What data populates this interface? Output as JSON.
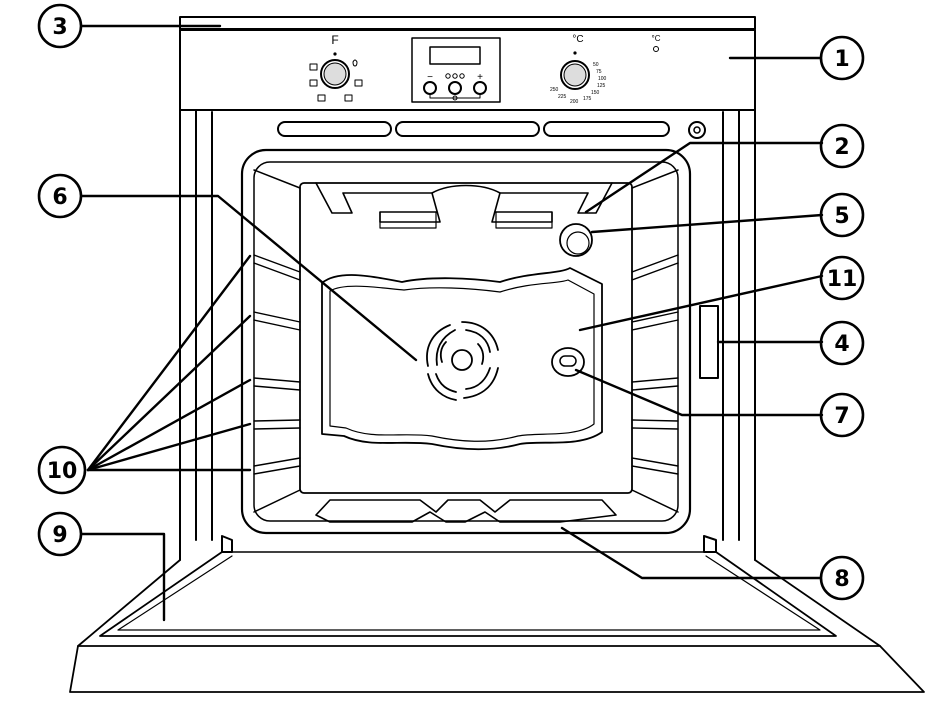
{
  "panel": {
    "left_knob_label": "F",
    "right_knob_label": "°C",
    "indicator_label": "°C",
    "display_buttons": [
      "−",
      "+"
    ],
    "temp_scale": [
      "50",
      "75",
      "100",
      "125",
      "150",
      "175",
      "200",
      "225",
      "250"
    ]
  },
  "callouts": [
    {
      "number": "1",
      "part": "control-panel"
    },
    {
      "number": "2",
      "part": "upper-heating-element"
    },
    {
      "number": "3",
      "part": "cooling-fan"
    },
    {
      "number": "4",
      "part": "rating-plate"
    },
    {
      "number": "5",
      "part": "oven-lamp"
    },
    {
      "number": "6",
      "part": "fan"
    },
    {
      "number": "7",
      "part": "temperature-probe-socket"
    },
    {
      "number": "8",
      "part": "lower-heating-element"
    },
    {
      "number": "9",
      "part": "door"
    },
    {
      "number": "10",
      "part": "shelf-guides"
    },
    {
      "number": "11",
      "part": "circular-heating-element"
    }
  ]
}
